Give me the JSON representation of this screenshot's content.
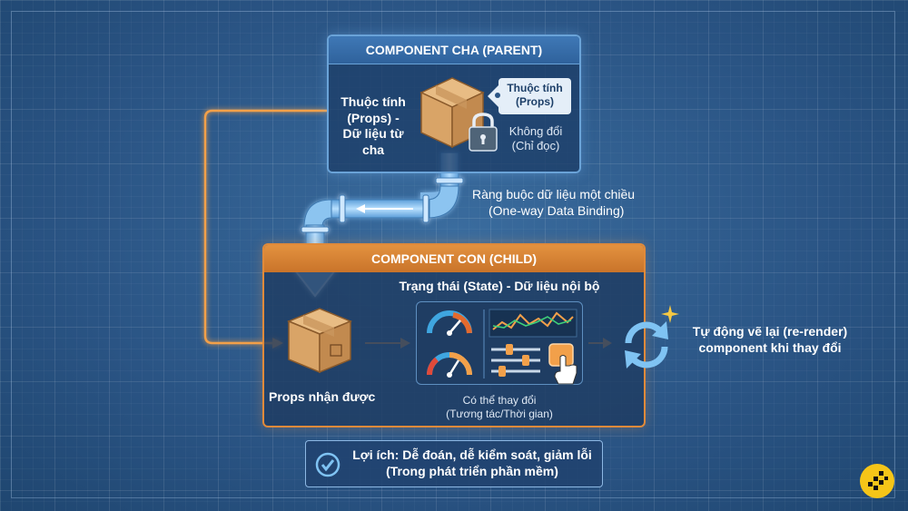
{
  "parent": {
    "title": "COMPONENT CHA (PARENT)",
    "props_line1": "Thuộc tính",
    "props_line2": "(Props) -",
    "props_line3": "Dữ liệu từ",
    "props_line4": "cha",
    "tag_line1": "Thuộc tính",
    "tag_line2": "(Props)",
    "readonly_line1": "Không đổi",
    "readonly_line2": "(Chỉ đọc)"
  },
  "binding": {
    "line1": "Ràng buộc dữ liệu một chiều",
    "line2": "(One-way Data Binding)"
  },
  "child": {
    "title": "COMPONENT CON (CHILD)",
    "state_title": "Trạng thái (State) - Dữ liệu nội bộ",
    "props_received": "Props nhận được",
    "mutable_line1": "Có thể thay đổi",
    "mutable_line2": "(Tương tác/Thời gian)"
  },
  "rerender": {
    "line1": "Tự động vẽ lại (re-render)",
    "line2": "component khi thay đổi"
  },
  "benefit": {
    "line1": "Lợi ích: Dễ đoán, dễ kiểm soát, giảm lỗi",
    "line2": "(Trong phát triển phần mềm)"
  },
  "colors": {
    "parent_border": "#6aa3d8",
    "child_border": "#e08a3a",
    "arrow_orange": "#f2a04a",
    "pipe_blue": "#8cc4f0",
    "box_tan": "#d9a467"
  },
  "icons": [
    "package-box-icon",
    "padlock-icon",
    "price-tag-icon",
    "pipe-arrow-icon",
    "gauge-icon",
    "line-chart-icon",
    "slider-icon",
    "tap-hand-icon",
    "refresh-cycle-icon",
    "sparkle-icon",
    "check-circle-icon",
    "brand-logo-icon"
  ]
}
